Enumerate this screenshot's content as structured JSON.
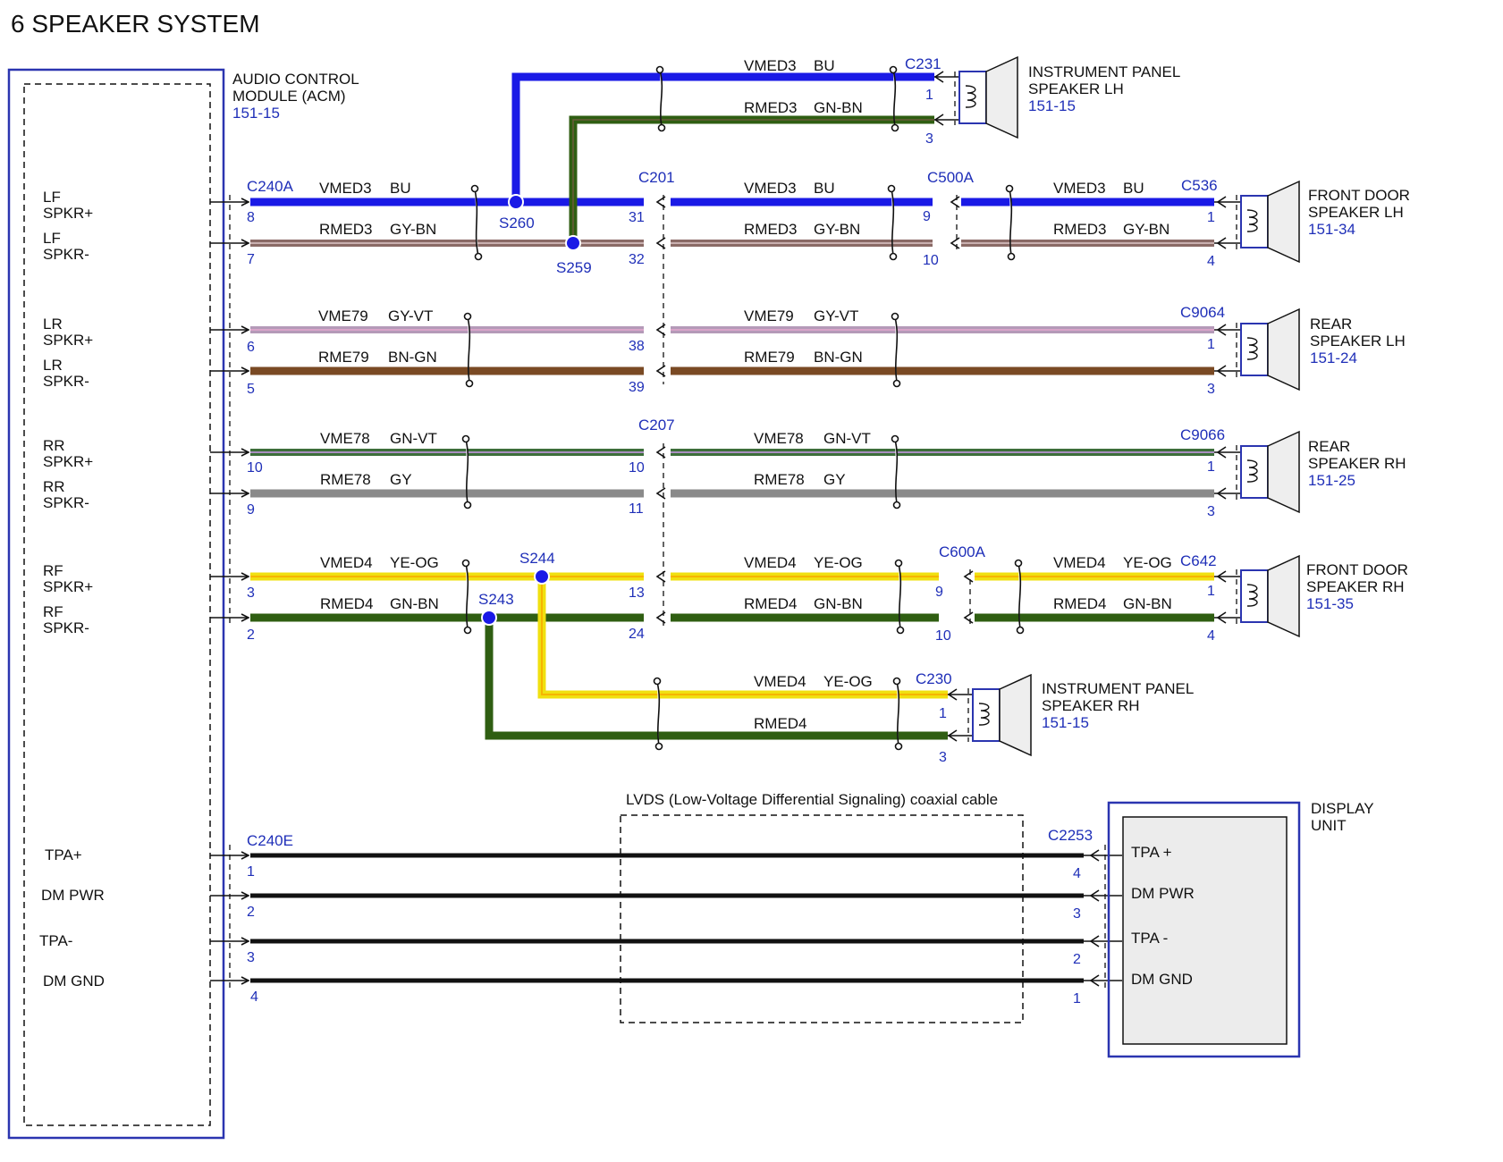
{
  "title": "6 SPEAKER SYSTEM",
  "colors": {
    "BU": "#1a1ae6",
    "GN-BN": "#2f5e12",
    "GY-BN": "#8a6a66",
    "GY-VT": "#b49ab8",
    "BN-GN": "#7a4a24",
    "GN-VT": "#3d6e3a",
    "GY": "#8a8a8a",
    "YE-OG": "#f0e010",
    "BLACK": "#111111",
    "frame": "#2b35b0",
    "label_blue": "#1f2fb8"
  },
  "module": {
    "name_line1": "AUDIO CONTROL",
    "name_line2": "MODULE (ACM)",
    "ref": "151-15",
    "pins": [
      {
        "l1": "LF",
        "l2": "SPKR+"
      },
      {
        "l1": "LF",
        "l2": "SPKR-"
      },
      {
        "l1": "LR",
        "l2": "SPKR+"
      },
      {
        "l1": "LR",
        "l2": "SPKR-"
      },
      {
        "l1": "RR",
        "l2": "SPKR+"
      },
      {
        "l1": "RR",
        "l2": "SPKR-"
      },
      {
        "l1": "RF",
        "l2": "SPKR+"
      },
      {
        "l1": "RF",
        "l2": "SPKR-"
      },
      {
        "l1": "TPA+",
        "l2": ""
      },
      {
        "l1": "DM PWR",
        "l2": ""
      },
      {
        "l1": "TPA-",
        "l2": ""
      },
      {
        "l1": "DM GND",
        "l2": ""
      }
    ]
  },
  "connectors": {
    "c240a": "C240A",
    "c240e": "C240E",
    "c201": "C201",
    "c207": "C207",
    "c500a": "C500A",
    "c536": "C536",
    "c231": "C231",
    "c9064": "C9064",
    "c9066": "C9066",
    "c600a": "C600A",
    "c642": "C642",
    "c230": "C230",
    "c2253": "C2253"
  },
  "splices": {
    "s260": "S260",
    "s259": "S259",
    "s244": "S244",
    "s243": "S243"
  },
  "wires": {
    "vmed3_name": "VMED3",
    "vmed3_color": "BU",
    "rmed3_name": "RMED3",
    "rmed3_color": "GY-BN",
    "rmed3_ip_color": "GN-BN",
    "vme79_name": "VME79",
    "vme79_color": "GY-VT",
    "rme79_name": "RME79",
    "rme79_color": "BN-GN",
    "vme78_name": "VME78",
    "vme78_color": "GN-VT",
    "rme78_name": "RME78",
    "rme78_color": "GY",
    "vmed4_name": "VMED4",
    "vmed4_color": "YE-OG",
    "rmed4_name": "RMED4",
    "rmed4_color": "GN-BN"
  },
  "pin_numbers": {
    "acm": [
      "8",
      "7",
      "6",
      "5",
      "10",
      "9",
      "3",
      "2"
    ],
    "acm_tpa": [
      "1",
      "2",
      "3",
      "4"
    ],
    "c201": [
      "31",
      "32",
      "38",
      "39"
    ],
    "c207": [
      "10",
      "11",
      "13",
      "24"
    ],
    "c500a": [
      "9",
      "10"
    ],
    "c600a": [
      "9",
      "10"
    ],
    "speaker": [
      "1",
      "4",
      "1",
      "3",
      "1",
      "3",
      "1",
      "4"
    ],
    "c231": [
      "1",
      "3"
    ],
    "c230": [
      "1",
      "3"
    ],
    "c2253": [
      "4",
      "3",
      "2",
      "1"
    ]
  },
  "speakers": {
    "ip_lh": {
      "l1": "INSTRUMENT PANEL",
      "l2": "SPEAKER LH",
      "ref": "151-15"
    },
    "fd_lh": {
      "l1": "FRONT DOOR",
      "l2": "SPEAKER LH",
      "ref": "151-34"
    },
    "r_lh": {
      "l1": "REAR",
      "l2": "SPEAKER LH",
      "ref": "151-24"
    },
    "r_rh": {
      "l1": "REAR",
      "l2": "SPEAKER RH",
      "ref": "151-25"
    },
    "fd_rh": {
      "l1": "FRONT DOOR",
      "l2": "SPEAKER RH",
      "ref": "151-35"
    },
    "ip_rh": {
      "l1": "INSTRUMENT PANEL",
      "l2": "SPEAKER RH",
      "ref": "151-15"
    }
  },
  "lvds": {
    "label": "LVDS (Low-Voltage Differential Signaling) coaxial cable"
  },
  "display": {
    "l1": "DISPLAY",
    "l2": "UNIT",
    "pins": [
      "TPA +",
      "DM PWR",
      "TPA -",
      "DM GND"
    ]
  }
}
